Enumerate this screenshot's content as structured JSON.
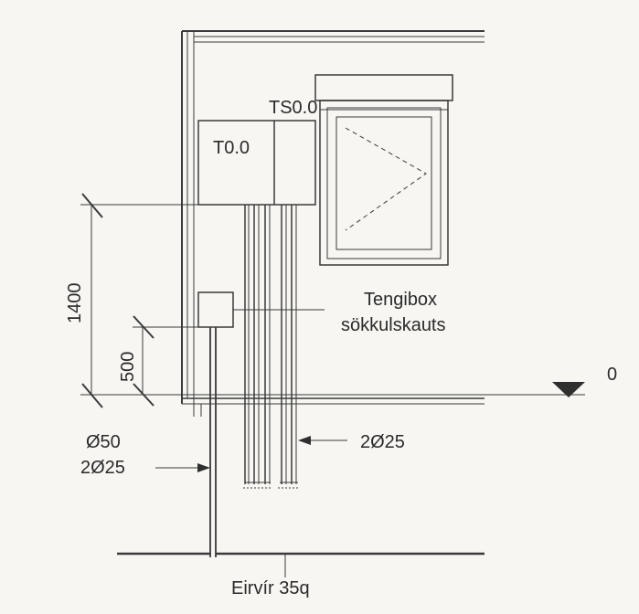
{
  "labels": {
    "ts": "TS0.0",
    "t": "T0.0",
    "tengibox_line1": "Tengibox",
    "tengibox_line2": "sökkulskauts",
    "level": "0",
    "pipe_right": "2Ø25",
    "pipe_left_1": "Ø50",
    "pipe_left_2": "2Ø25",
    "ground_wire": "Eirvír 35q"
  },
  "dimensions": {
    "total_height": "1400",
    "box_height": "500"
  },
  "colors": {
    "ink": "#3a3a3a",
    "paper": "#f7f6f2"
  }
}
